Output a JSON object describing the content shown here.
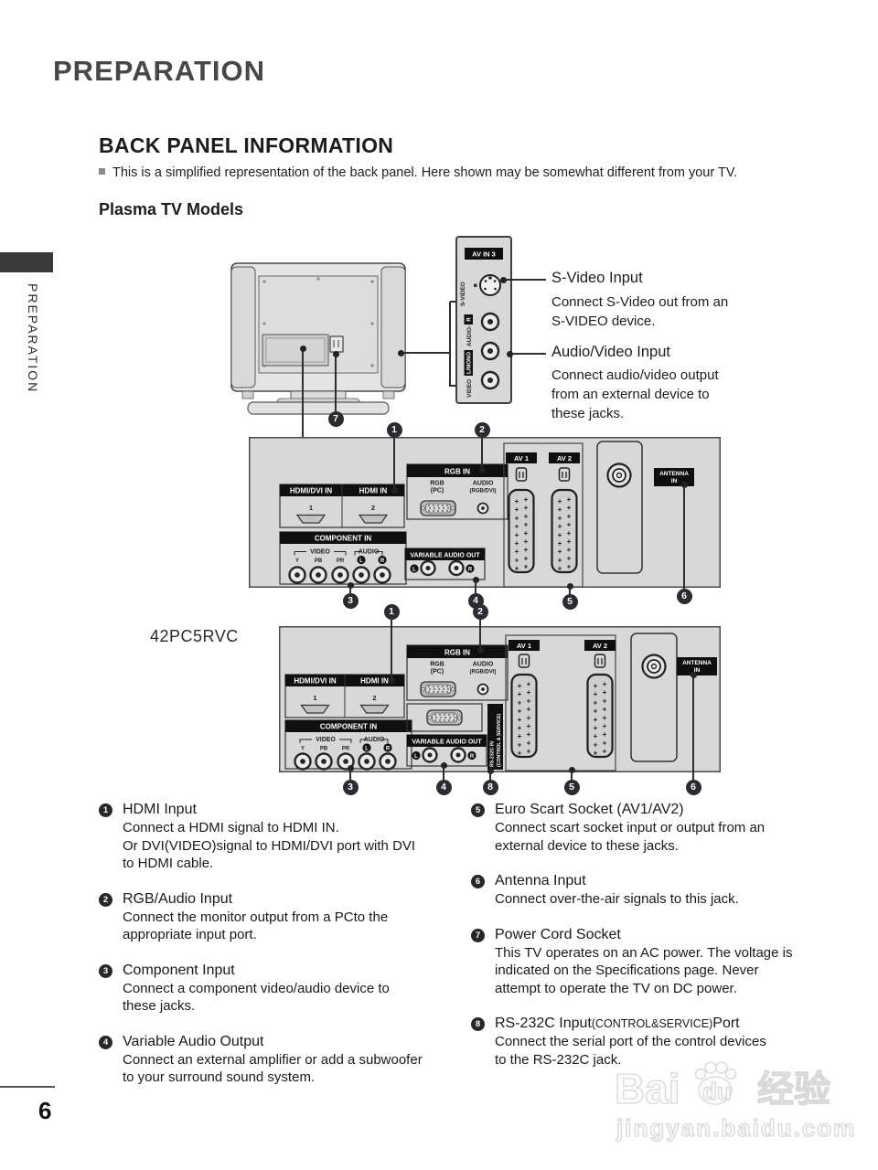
{
  "header": {
    "title": "PREPARATION"
  },
  "sidebar": {
    "tab_label": "PREPARATION"
  },
  "section": {
    "heading": "BACK PANEL INFORMATION",
    "note": "This is a simplified representation of the back panel. Here shown may be somewhat different from your TV.",
    "subheading": "Plasma TV Models"
  },
  "model": "42PC5RVC",
  "side_panel": {
    "badge": "AV IN 3",
    "svideo": "S-VIDEO",
    "video": "VIDEO",
    "l_mono": "L/MONO",
    "audio": "AUDIO-",
    "r": "R"
  },
  "side_callouts": {
    "svideo_title": "S-Video Input",
    "svideo_desc": "Connect S-Video out from an\nS-VIDEO device.",
    "av_title": "Audio/Video Input",
    "av_desc": "Connect audio/video output\nfrom an external device to\nthese jacks."
  },
  "panel": {
    "hdmi_dvi_in": "HDMI/DVI IN",
    "hdmi_in": "HDMI IN",
    "one": "1",
    "two": "2",
    "rgb_in": "RGB IN",
    "rgb": "RGB",
    "pc": "(PC)",
    "audio": "AUDIO",
    "rgb_dvi": "(RGB/DVI)",
    "component_in": "COMPONENT IN",
    "video": "VIDEO",
    "audio2": "AUDIO",
    "y": "Y",
    "pb": "PB",
    "pr": "PR",
    "l": "L",
    "r": "R",
    "variable_audio_out": "VARIABLE AUDIO OUT",
    "av1": "AV 1",
    "av2": "AV 2",
    "antenna1": "ANTENNA",
    "antenna2": "IN",
    "rs232_1": "RS-232C IN",
    "rs232_2": "(CONTROL & SERVICE)"
  },
  "callouts": {
    "c1": "1",
    "c2": "2",
    "c3": "3",
    "c4": "4",
    "c5": "5",
    "c6": "6",
    "c7": "7",
    "c8": "8"
  },
  "legend_left": [
    {
      "num": "1",
      "title": "HDMI Input",
      "desc": "Connect a HDMI signal to HDMI IN.\nOr DVI(VIDEO)signal to HDMI/DVI port with DVI\nto HDMI cable."
    },
    {
      "num": "2",
      "title": "RGB/Audio Input",
      "desc": "Connect the monitor output from a PCto the\nappropriate input port."
    },
    {
      "num": "3",
      "title": "Component Input",
      "desc": "Connect a component video/audio device to\nthese jacks."
    },
    {
      "num": "4",
      "title": "Variable Audio Output",
      "desc": "Connect an external amplifier or add a subwoofer\nto your surround sound system."
    }
  ],
  "legend_right": [
    {
      "num": "5",
      "title": "Euro Scart Socket (AV1/AV2)",
      "desc": "Connect scart socket input or output from an\nexternal device to these jacks."
    },
    {
      "num": "6",
      "title": "Antenna Input",
      "desc": "Connect over-the-air signals to this jack."
    },
    {
      "num": "7",
      "title": "Power Cord Socket",
      "desc": "This TV operates on an AC power. The voltage is\nindicated on the Specifications page. Never\nattempt to operate the TV on DC power."
    },
    {
      "num": "8",
      "title": "RS-232C Input",
      "title_small": "(CONTROL&SERVICE)",
      "title_end": "Port",
      "desc": "Connect the serial port of the control devices\nto the RS-232C jack."
    }
  ],
  "watermark": {
    "brand": "Bai",
    "brand2": "du",
    "brand_cn": "经验",
    "url": "jingyan.baidu.com"
  },
  "footer": {
    "page_number": "6"
  },
  "colors": {
    "panel_gray": "#d8d8d8",
    "label_black": "#111111",
    "callout_dark": "#2b2b31"
  }
}
